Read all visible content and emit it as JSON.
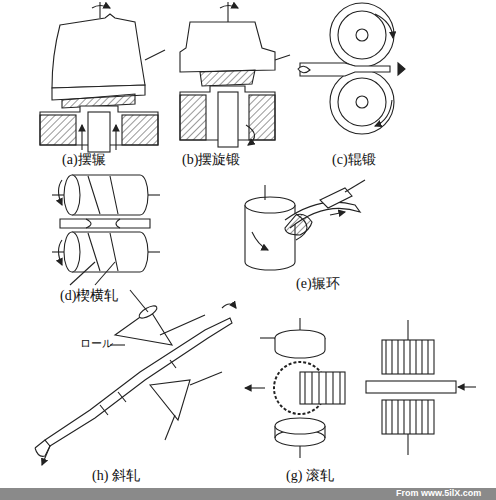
{
  "diagram": {
    "labels": [
      "(a)摆辗",
      "(b)摆旋锻",
      "(c)辊锻",
      "(d)楔横轧",
      "(e)辗环",
      "ロール",
      "(h) 斜轧",
      "(g) 滚轧",
      "From www.5ilX.com"
    ]
  }
}
